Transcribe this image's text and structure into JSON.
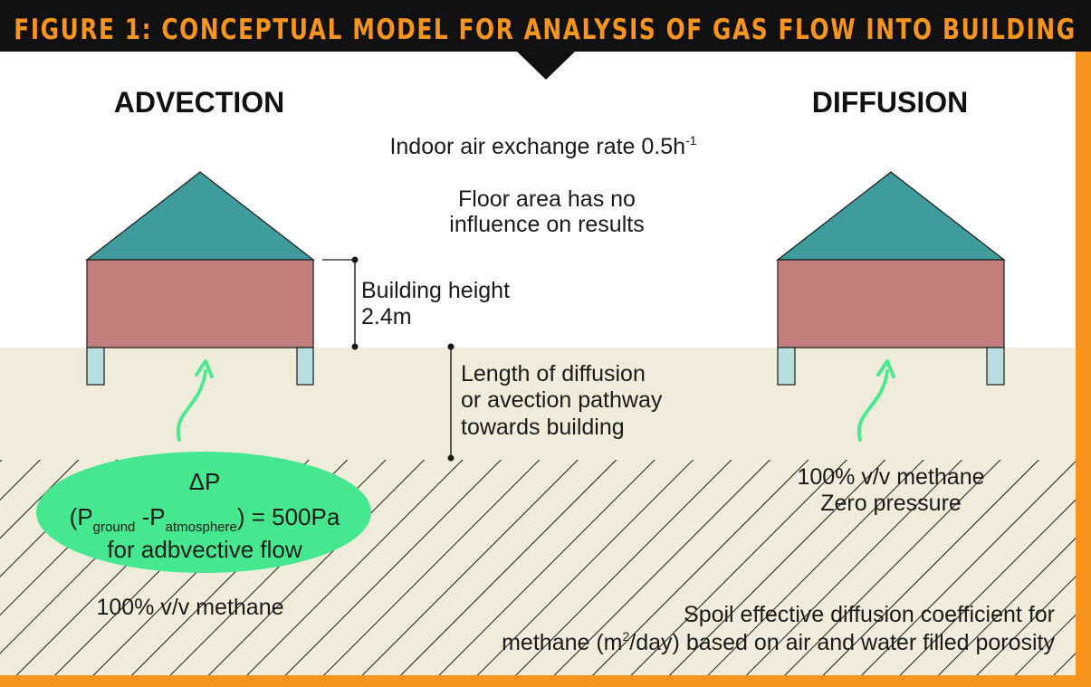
{
  "title": "FIGURE 1: CONCEPTUAL MODEL FOR ANALYSIS OF GAS FLOW INTO BUILDING",
  "headings": {
    "left": "ADVECTION",
    "right": "DIFFUSION"
  },
  "air_exchange": {
    "text": "Indoor air exchange rate 0.5h",
    "superscript": "-1"
  },
  "floor_area": [
    "Floor area has no",
    "influence on results"
  ],
  "building_height": [
    "Building height",
    "2.4m"
  ],
  "pathway": [
    "Length of diffusion",
    "or avection pathway",
    "towards building"
  ],
  "pressure": {
    "delta": "ΔP",
    "open": "(P",
    "sub_ground": "ground",
    "minus": " -P",
    "sub_atm": "atmosphere",
    "close": ") = 500Pa",
    "flow": "for adbvective flow"
  },
  "left_methane": "100% v/v methane",
  "right_conditions": [
    "100% v/v methane",
    "Zero pressure"
  ],
  "spoil": {
    "line1": "Spoil effective diffusion coefficient for",
    "line2_a": "methane (m",
    "line2_sup": "2",
    "line2_b": "/day) based on air and water filled porosity"
  },
  "colors": {
    "banner": "#111111",
    "banner_text": "#f7941d",
    "border": "#f7941d",
    "roof": "#3f9c9c",
    "wall": "#c07f7c",
    "ground": "#efecdc",
    "pillar": "#b9dedf",
    "arrow": "#4de88f",
    "ellipse": "#45e88f"
  }
}
